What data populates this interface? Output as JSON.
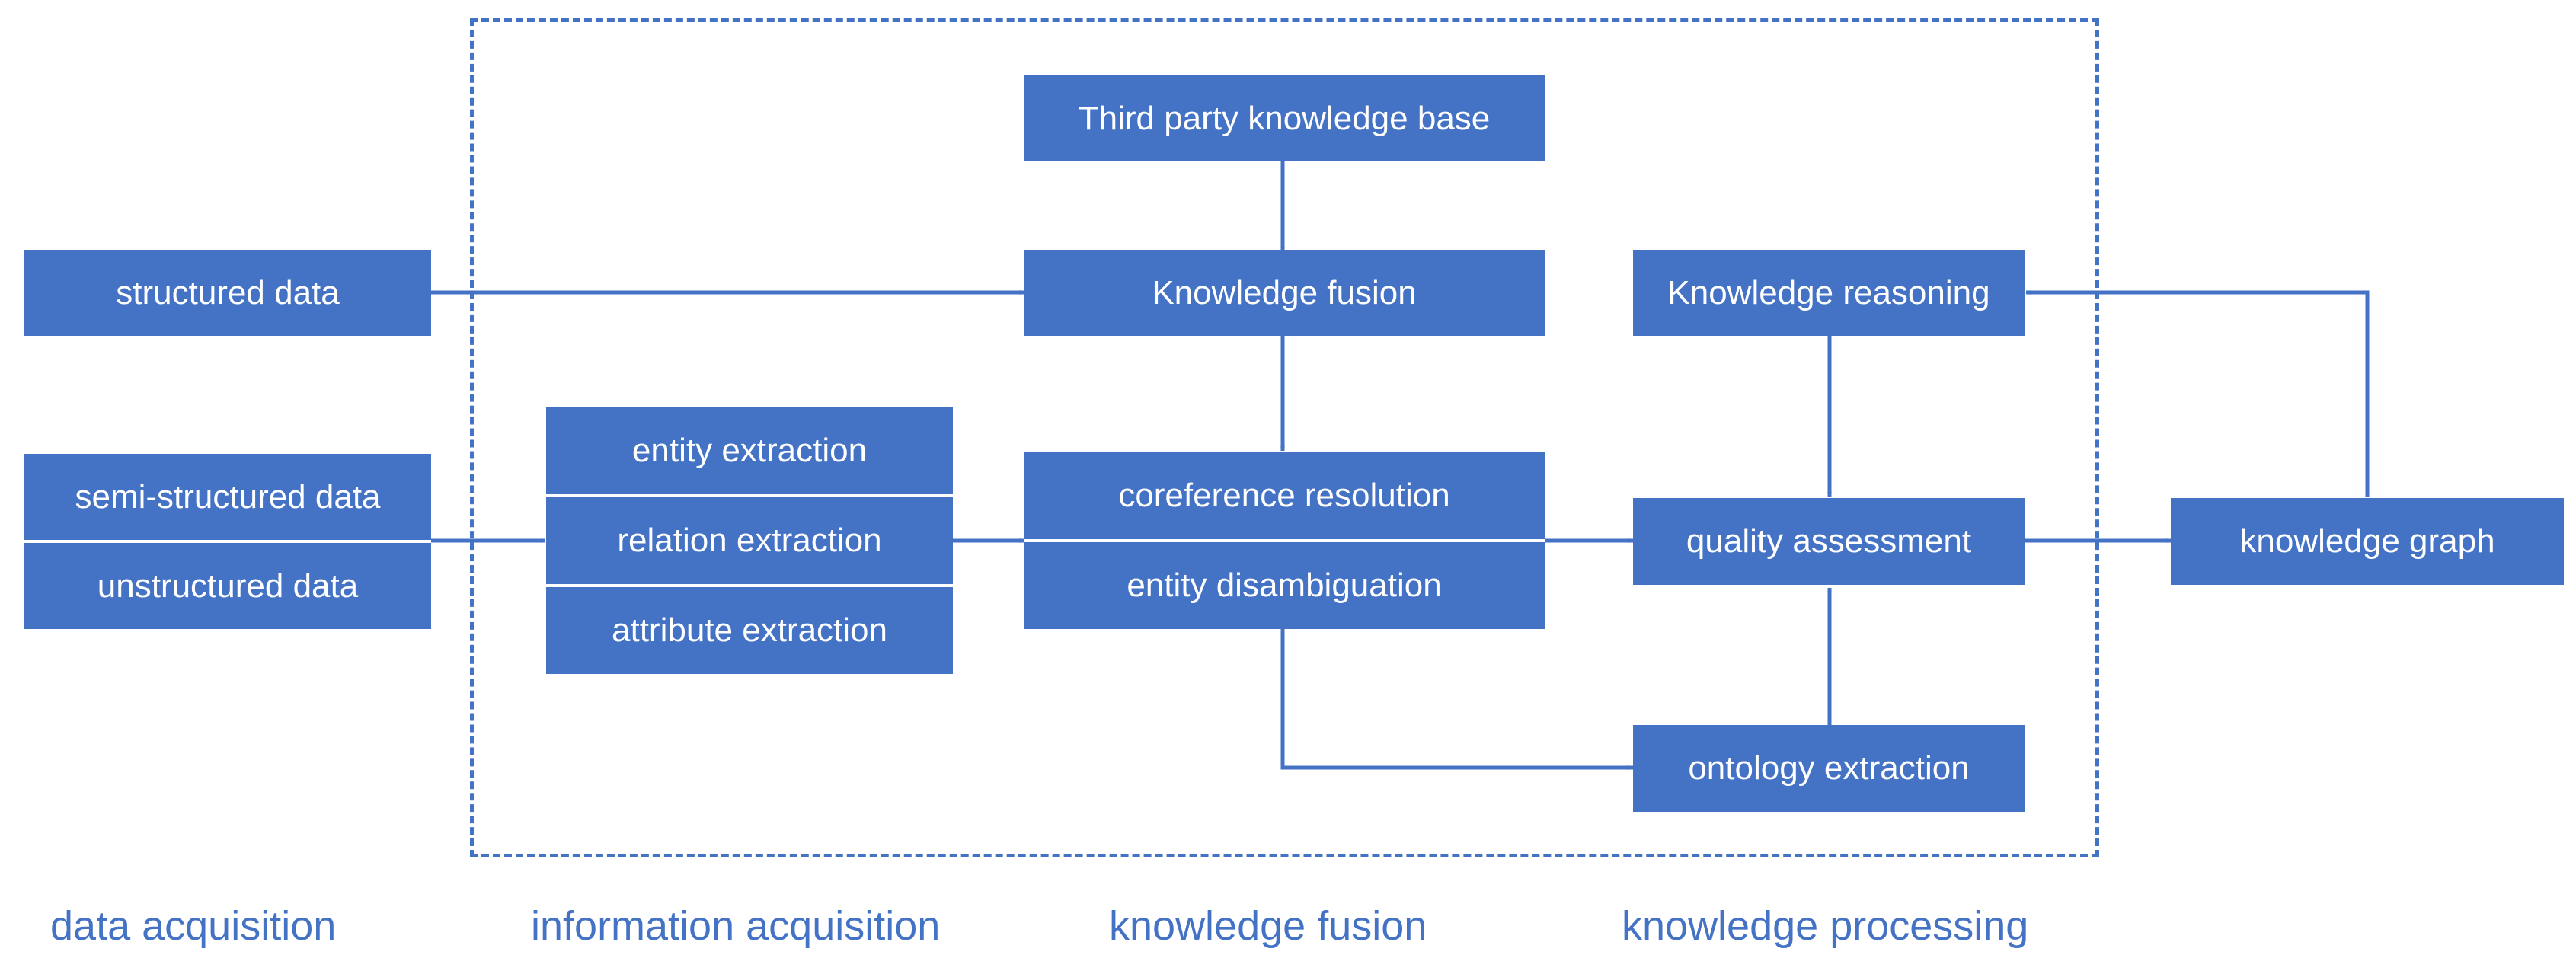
{
  "diagram": {
    "colors": {
      "accent": "#4472C4",
      "box_text": "#ffffff",
      "background": "#ffffff"
    },
    "boxes": {
      "structured": "structured data",
      "semi_structured": "semi-structured data",
      "unstructured": "unstructured data",
      "entity_extraction": "entity extraction",
      "relation_extraction": "relation extraction",
      "attribute_extraction": "attribute extraction",
      "third_party_kb": "Third party knowledge base",
      "knowledge_fusion": "Knowledge fusion",
      "coreference_resolution": "coreference resolution",
      "entity_disambiguation": "entity disambiguation",
      "knowledge_reasoning": "Knowledge reasoning",
      "quality_assessment": "quality assessment",
      "ontology_extraction": "ontology extraction",
      "knowledge_graph": "knowledge graph"
    },
    "stages": {
      "data_acquisition": "data acquisition",
      "information_acquisition": "information acquisition",
      "knowledge_fusion": "knowledge fusion",
      "knowledge_processing": "knowledge processing"
    }
  }
}
